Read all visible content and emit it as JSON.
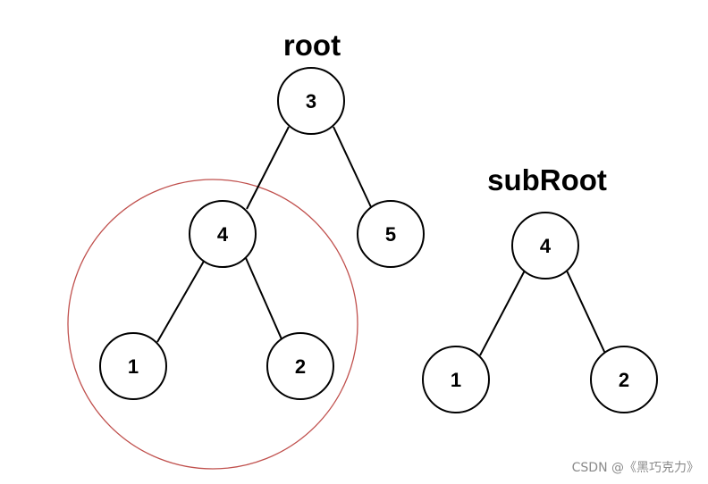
{
  "colors": {
    "stroke": "#000000",
    "node_fill": "#ffffff",
    "highlight": "#c0504d",
    "watermark": "#8a8a8a"
  },
  "trees": {
    "root": {
      "label": "root",
      "nodes": [
        {
          "id": "r3",
          "value": "3"
        },
        {
          "id": "r4",
          "value": "4"
        },
        {
          "id": "r5",
          "value": "5"
        },
        {
          "id": "r1",
          "value": "1"
        },
        {
          "id": "r2",
          "value": "2"
        }
      ],
      "edges": [
        [
          "r3",
          "r4"
        ],
        [
          "r3",
          "r5"
        ],
        [
          "r4",
          "r1"
        ],
        [
          "r4",
          "r2"
        ]
      ]
    },
    "subRoot": {
      "label": "subRoot",
      "nodes": [
        {
          "id": "s4",
          "value": "4"
        },
        {
          "id": "s1",
          "value": "1"
        },
        {
          "id": "s2",
          "value": "2"
        }
      ],
      "edges": [
        [
          "s4",
          "s1"
        ],
        [
          "s4",
          "s2"
        ]
      ]
    }
  },
  "highlight": {
    "description_target": "r4"
  },
  "watermark": "CSDN @《黑巧克力》"
}
